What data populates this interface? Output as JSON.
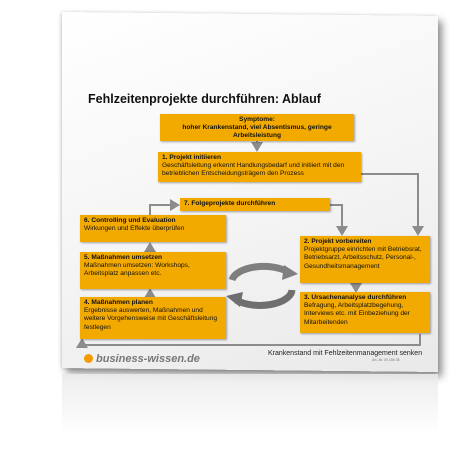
{
  "title": "Fehlzeitenprojekte durchführen: Ablauf",
  "symptoms": {
    "heading": "Symptome:",
    "text": "hoher Krankenstand, viel Absentismus, geringe Arbeitsleistung"
  },
  "step1": {
    "heading": "1. Projekt initiieren",
    "text": "Geschäftsleitung erkennt Handlungsbedarf und initiiert mit den betrieblichen Entscheidungsträgern den Prozess"
  },
  "step7": {
    "heading": "7. Folgeprojekte durchführen"
  },
  "step6": {
    "heading": "6. Controlling und Evaluation",
    "text": "Wirkungen und Effekte überprüfen"
  },
  "step5": {
    "heading": "5. Maßnahmen umsetzen",
    "text": "Maßnahmen umsetzen: Workshops, Arbeitsplatz anpassen etc."
  },
  "step4": {
    "heading": "4. Maßnahmen planen",
    "text": "Ergebnisse auswerten, Maßnahmen und weitere Vorgehensweise mit Geschäftsleitung festlegen"
  },
  "step2": {
    "heading": "2. Projekt vorbereiten",
    "text": "Projektgruppe einrichten mit Betriebsrat, Betriebsarzt, Arbeitsschutz, Personal-, Gesundheitsmanagement"
  },
  "step3": {
    "heading": "3. Ursachenanalyse durchführen",
    "text": "Befragung, Arbeitsplatzbegehung, Interviews etc. mit Einbeziehung der Mitarbeitenden"
  },
  "logo": "business-wissen.de",
  "caption": "Krankenstand mit Fehlzeitenmanagement senken",
  "small_code": "Art.-Nr. 00 156 05",
  "colors": {
    "box": "#f2a900",
    "arrow": "#8c8c8c",
    "cycle": "#7f7f7f"
  }
}
